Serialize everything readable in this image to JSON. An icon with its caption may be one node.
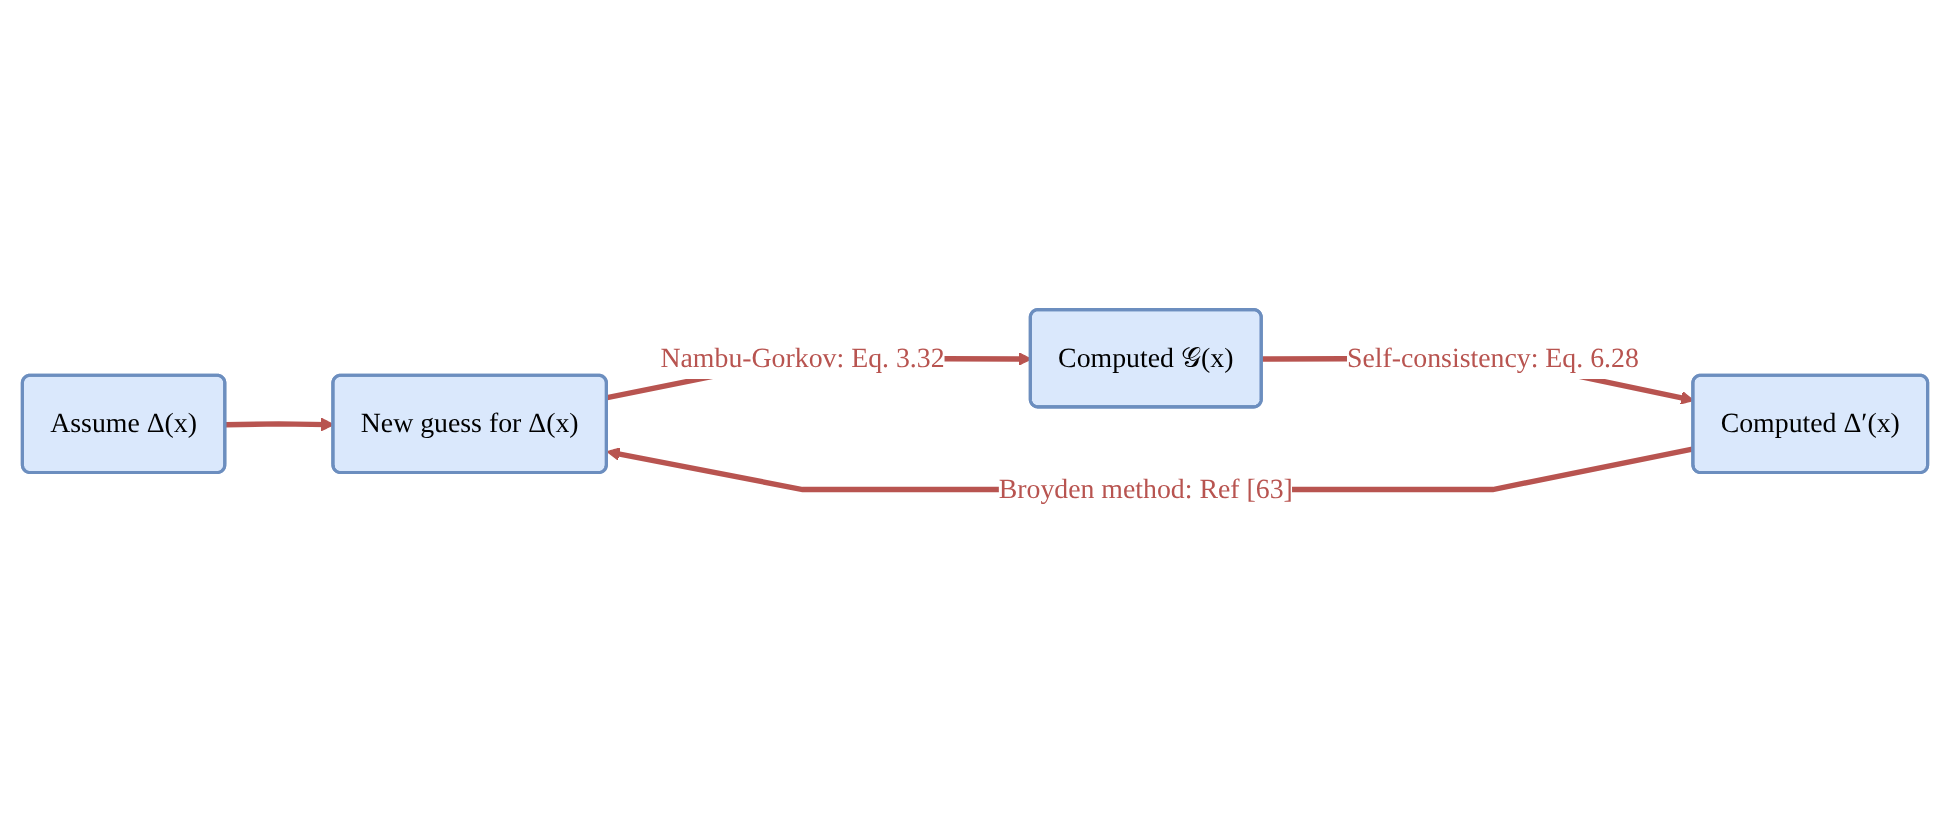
{
  "diagram": {
    "nodes": [
      {
        "text": [
          "Assume Δ(x)"
        ]
      },
      {
        "text": [
          "New guess for Δ(x)"
        ]
      },
      {
        "text": [
          "Computed 𝒢(x)"
        ]
      },
      {
        "text": [
          "Computed Δ′(x)"
        ]
      }
    ],
    "edges": [
      {
        "from": 0,
        "to": 1,
        "arrow": "to"
      },
      {
        "from": 1,
        "to": 2,
        "arrow": "to",
        "label": "Nambu-Gorkov: Eq. 3.32"
      },
      {
        "from": 2,
        "to": 3,
        "arrow": "to",
        "label": "Self-consistency: Eq. 6.28"
      },
      {
        "from": 3,
        "to": 1,
        "arrow": "to",
        "label": "Broyden method: Ref [63]"
      }
    ]
  }
}
